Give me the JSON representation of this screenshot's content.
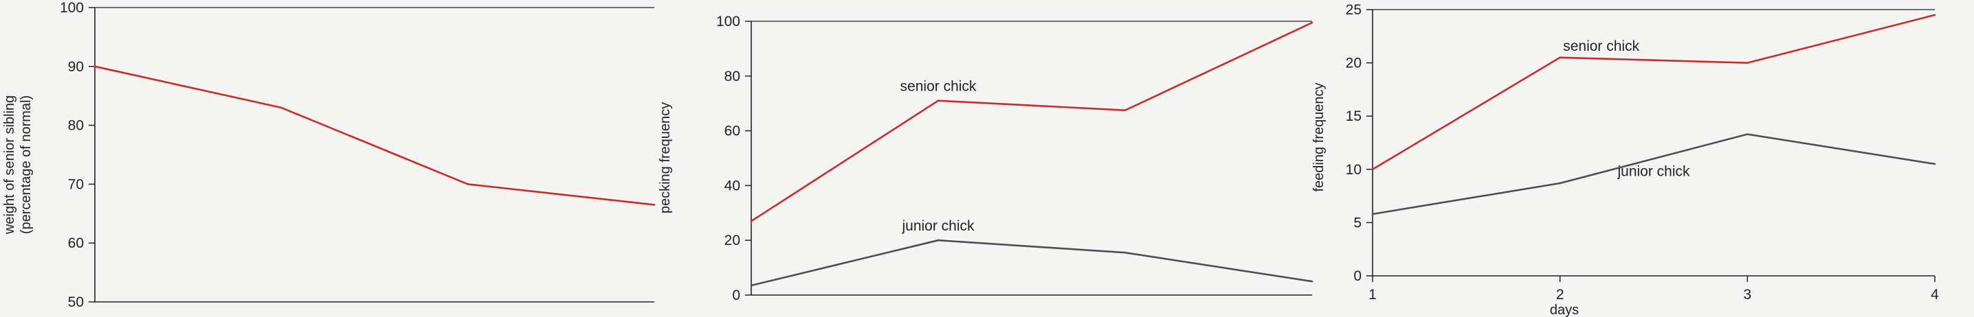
{
  "colors": {
    "background": "#f4f4f2",
    "senior": "#cc2a2a",
    "junior": "#4a4f55",
    "axis": "#222222"
  },
  "chart_data": [
    {
      "type": "line",
      "title": "",
      "xlabel": "",
      "ylabel": "weight of senior sibling (percentage of normal)",
      "ylabel_lines": [
        "weight of senior sibling",
        "(percentage of normal)"
      ],
      "ylim": [
        50,
        100
      ],
      "xlim": [
        1,
        4
      ],
      "yticks": [
        50,
        60,
        70,
        80,
        90,
        100
      ],
      "xticks": [],
      "x": [
        1,
        2,
        3,
        4
      ],
      "series": [
        {
          "key": "senior",
          "values": [
            90,
            83,
            70,
            66.5
          ]
        }
      ],
      "annotations": [],
      "grid": false
    },
    {
      "type": "line",
      "title": "",
      "xlabel": "",
      "ylabel": "pecking frequency",
      "ylim": [
        0,
        100
      ],
      "xlim": [
        1,
        4
      ],
      "yticks": [
        0,
        20,
        40,
        60,
        80,
        100
      ],
      "xticks": [],
      "x": [
        1,
        2,
        3,
        4
      ],
      "series": [
        {
          "key": "senior",
          "name": "senior chick",
          "values": [
            27,
            71,
            67.5,
            99.5
          ]
        },
        {
          "key": "junior",
          "name": "junior chick",
          "values": [
            3.5,
            20,
            15.5,
            5
          ]
        }
      ],
      "annotations": [
        {
          "text": "senior chick",
          "x": 2,
          "y": 71,
          "series": "senior"
        },
        {
          "text": "junior chick",
          "x": 2,
          "y": 20,
          "series": "junior"
        }
      ],
      "grid": false
    },
    {
      "type": "line",
      "title": "",
      "xlabel": "days",
      "ylabel": "feeding frequency",
      "ylim": [
        0,
        25
      ],
      "xlim": [
        1,
        4
      ],
      "yticks": [
        0,
        5,
        10,
        15,
        20,
        25
      ],
      "xticks": [
        1,
        2,
        3,
        4
      ],
      "x": [
        1,
        2,
        3,
        4
      ],
      "series": [
        {
          "key": "senior",
          "name": "senior chick",
          "values": [
            10,
            20.5,
            20,
            24.5
          ]
        },
        {
          "key": "junior",
          "name": "junior chick",
          "values": [
            5.8,
            8.7,
            13.3,
            10.5
          ]
        }
      ],
      "annotations": [
        {
          "text": "senior chick",
          "x": 2,
          "y": 20.5,
          "series": "senior"
        },
        {
          "text": "junior chick",
          "x": 2.5,
          "y": 11,
          "series": "junior"
        }
      ],
      "grid": false
    }
  ]
}
